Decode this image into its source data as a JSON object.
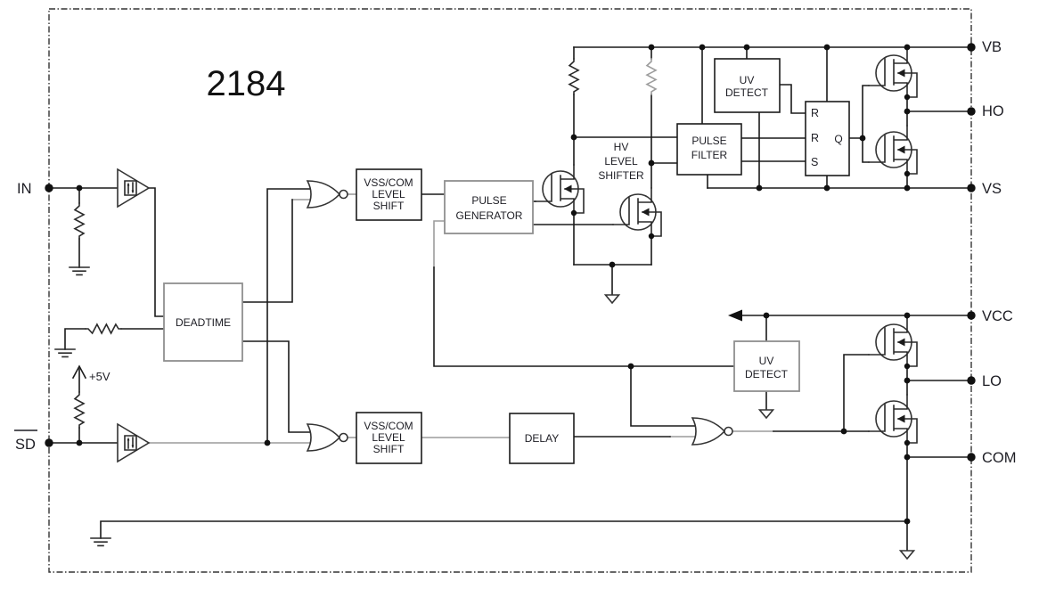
{
  "title": "2184",
  "pins": {
    "left": [
      "IN",
      "SD"
    ],
    "right": [
      "VB",
      "HO",
      "VS",
      "VCC",
      "LO",
      "COM"
    ]
  },
  "supply_label": "+5V",
  "blocks": {
    "deadtime": "DEADTIME",
    "vss_com_top": [
      "VSS/COM",
      "LEVEL",
      "SHIFT"
    ],
    "pulse_generator": [
      "PULSE",
      "GENERATOR"
    ],
    "hv_level_shifter": [
      "HV",
      "LEVEL",
      "SHIFTER"
    ],
    "pulse_filter": [
      "PULSE",
      "FILTER"
    ],
    "uv_detect_top": [
      "UV",
      "DETECT"
    ],
    "uv_detect_bottom": [
      "UV",
      "DETECT"
    ],
    "vss_com_bottom": [
      "VSS/COM",
      "LEVEL",
      "SHIFT"
    ],
    "delay": "DELAY"
  },
  "latch": {
    "r_top": "R",
    "r_mid": "R",
    "s": "S",
    "q": "Q"
  },
  "colors": {
    "wire": "#1a1a1a",
    "muted_wire": "#9c9c9c",
    "background": "#ffffff"
  }
}
